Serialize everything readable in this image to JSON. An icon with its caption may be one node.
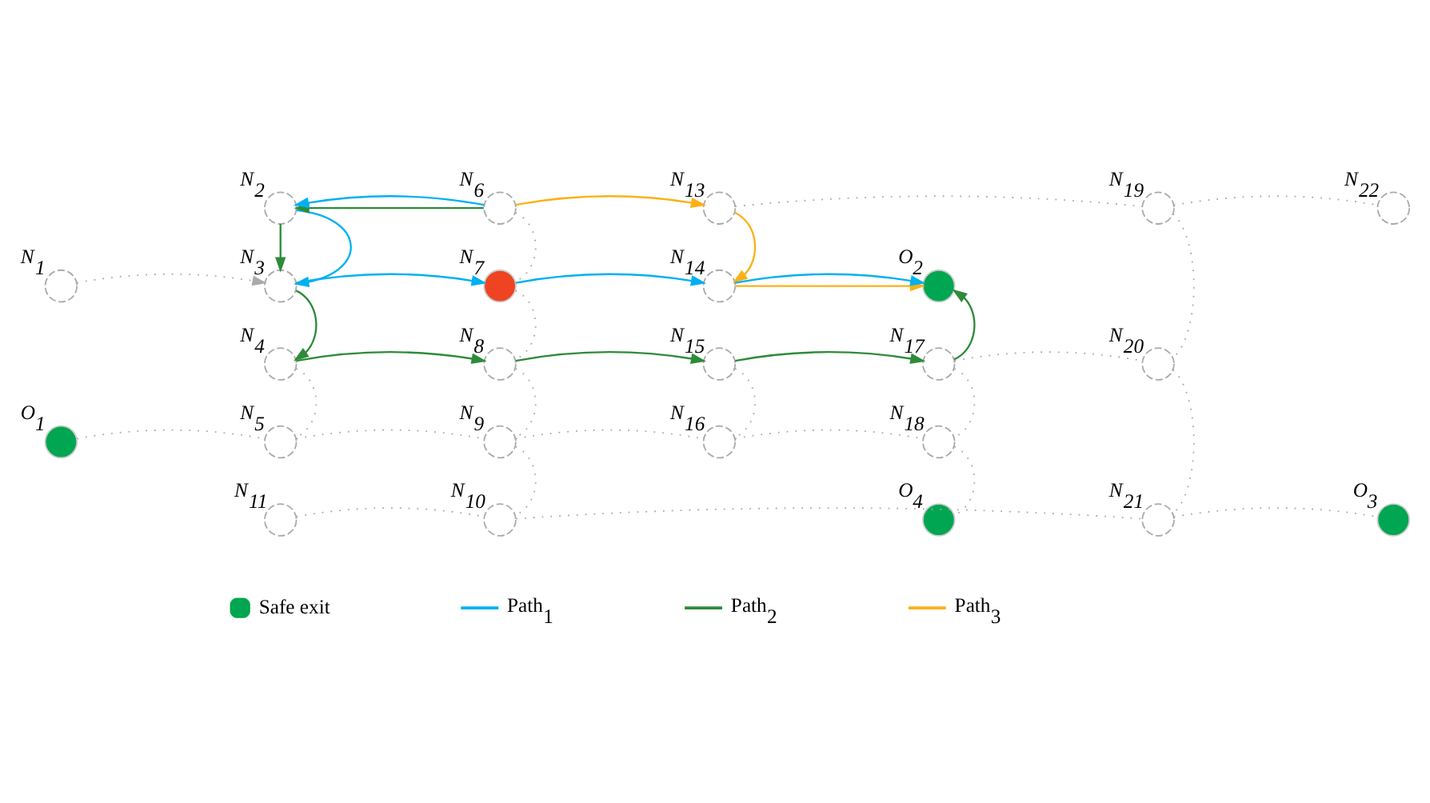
{
  "diagram": {
    "nodes": [
      {
        "text": [],
        "shape": "circle",
        "beside": [
          "N$_{2}$"
        ]
      },
      {
        "text": [],
        "shape": "circle",
        "beside": [
          "N$_{6}$"
        ]
      },
      {
        "text": [],
        "shape": "circle",
        "beside": [
          "N$_{13}$"
        ]
      },
      {
        "text": [],
        "shape": "circle",
        "beside": [
          "N$_{19}$"
        ]
      },
      {
        "text": [],
        "shape": "circle",
        "beside": [
          "N$_{22}$"
        ]
      },
      {
        "text": [],
        "shape": "circle",
        "beside": [
          "N$_{1}$"
        ]
      },
      {
        "text": [],
        "shape": "circle",
        "beside": [
          "N$_{3}$"
        ]
      },
      {
        "text": [],
        "shape": "circle",
        "beside": [
          "N$_{7}$"
        ]
      },
      {
        "text": [],
        "shape": "circle",
        "beside": [
          "N$_{14}$"
        ]
      },
      {
        "text": [],
        "shape": "circle",
        "beside": [
          "O$_{2}$"
        ]
      },
      {
        "text": [],
        "shape": "circle",
        "beside": [
          "N$_{4}$"
        ]
      },
      {
        "text": [],
        "shape": "circle",
        "beside": [
          "N$_{8}$"
        ]
      },
      {
        "text": [],
        "shape": "circle",
        "beside": [
          "N$_{15}$"
        ]
      },
      {
        "text": [],
        "shape": "circle",
        "beside": [
          "N$_{17}$"
        ]
      },
      {
        "text": [],
        "shape": "circle",
        "beside": [
          "N$_{20}$"
        ]
      },
      {
        "text": [],
        "shape": "circle",
        "beside": [
          "O$_{1}$"
        ]
      },
      {
        "text": [],
        "shape": "circle",
        "beside": [
          "N$_{5}$"
        ]
      },
      {
        "text": [],
        "shape": "circle",
        "beside": [
          "N$_{9}$"
        ]
      },
      {
        "text": [],
        "shape": "circle",
        "beside": [
          "N$_{16}$"
        ]
      },
      {
        "text": [],
        "shape": "circle",
        "beside": [
          "N$_{18}$"
        ]
      },
      {
        "text": [],
        "shape": "circle",
        "beside": [
          "O$_{4}$"
        ]
      },
      {
        "text": [],
        "shape": "circle",
        "beside": [
          "N$_{11}$"
        ]
      },
      {
        "text": [],
        "shape": "circle",
        "beside": [
          "N$_{10}$"
        ]
      },
      {
        "text": [],
        "shape": "circle",
        "beside": [
          "N$_{21}$"
        ]
      },
      {
        "text": [],
        "shape": "circle",
        "beside": [
          "O$_{3}$"
        ]
      }
    ],
    "edges": [
      {
        "from": 5,
        "to": 6,
        "arrow": "to",
        "style": "dashed"
      },
      {
        "from": 1,
        "to": 0,
        "arrow": "to",
        "color": "#2e8b3a"
      },
      {
        "from": 1,
        "to": 0,
        "arrow": "to",
        "color": "#00b0f0"
      },
      {
        "from": 0,
        "to": 6,
        "arrow": "to",
        "color": "#2e8b3a"
      },
      {
        "from": 0,
        "to": 6,
        "arrow": "to",
        "color": "#00b0f0"
      },
      {
        "from": 1,
        "to": 2,
        "arrow": "to",
        "color": "#fbb117"
      },
      {
        "from": 6,
        "to": 7,
        "arrow": "to",
        "color": "#00b0f0"
      },
      {
        "from": 7,
        "to": 8,
        "arrow": "to",
        "color": "#00b0f0"
      },
      {
        "from": 2,
        "to": 8,
        "arrow": "to",
        "color": "#fbb117"
      },
      {
        "from": 8,
        "to": 9,
        "arrow": "to",
        "color": "#fbb117"
      },
      {
        "from": 8,
        "to": 9,
        "arrow": "to",
        "color": "#00b0f0"
      },
      {
        "from": 6,
        "to": 10,
        "arrow": "to",
        "color": "#2e8b3a"
      },
      {
        "from": 10,
        "to": 11,
        "arrow": "to",
        "color": "#2e8b3a"
      },
      {
        "from": 11,
        "to": 12,
        "arrow": "to",
        "color": "#2e8b3a"
      },
      {
        "from": 12,
        "to": 13,
        "arrow": "to",
        "color": "#2e8b3a"
      },
      {
        "from": 13,
        "to": 9,
        "arrow": "to",
        "color": "#2e8b3a"
      },
      {
        "from": 2,
        "to": 3,
        "arrow": "none",
        "style": "dashed"
      },
      {
        "from": 3,
        "to": 4,
        "arrow": "none",
        "style": "dashed"
      },
      {
        "from": 1,
        "to": 7,
        "arrow": "none",
        "style": "dashed"
      },
      {
        "from": 7,
        "to": 11,
        "arrow": "none",
        "style": "dashed"
      },
      {
        "from": 3,
        "to": 14,
        "arrow": "none",
        "style": "dashed"
      },
      {
        "from": 13,
        "to": 14,
        "arrow": "none",
        "style": "dashed"
      },
      {
        "from": 14,
        "to": 23,
        "arrow": "none",
        "style": "dashed"
      },
      {
        "from": 10,
        "to": 16,
        "arrow": "none",
        "style": "dashed"
      },
      {
        "from": 11,
        "to": 17,
        "arrow": "none",
        "style": "dashed"
      },
      {
        "from": 17,
        "to": 22,
        "arrow": "none",
        "style": "dashed"
      },
      {
        "from": 12,
        "to": 18,
        "arrow": "none",
        "style": "dashed"
      },
      {
        "from": 13,
        "to": 19,
        "arrow": "none",
        "style": "dashed"
      },
      {
        "from": 19,
        "to": 20,
        "arrow": "none",
        "style": "dashed"
      },
      {
        "from": 15,
        "to": 16,
        "arrow": "none",
        "style": "dashed"
      },
      {
        "from": 16,
        "to": 17,
        "arrow": "none",
        "style": "dashed"
      },
      {
        "from": 17,
        "to": 18,
        "arrow": "none",
        "style": "dashed"
      },
      {
        "from": 18,
        "to": 19,
        "arrow": "none",
        "style": "dashed"
      },
      {
        "from": 21,
        "to": 22,
        "arrow": "none",
        "style": "dashed"
      },
      {
        "from": 22,
        "to": 23,
        "arrow": "none",
        "style": "dashed"
      },
      {
        "from": 23,
        "to": 24,
        "arrow": "none",
        "style": "dashed"
      }
    ],
    "legend": [
      {
        "text": "Safe exit",
        "color": "#00a651"
      },
      {
        "text": "Path$_{1}$",
        "color": "#00b0f0"
      },
      {
        "text": "Path$_{2}$",
        "color": "#2e8b3a"
      },
      {
        "text": "Path$_{3}$",
        "color": "#fbb117"
      }
    ]
  }
}
